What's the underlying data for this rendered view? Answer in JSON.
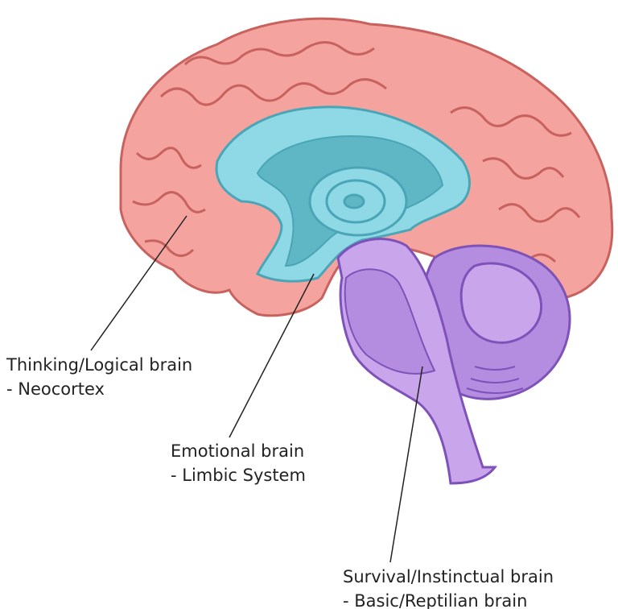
{
  "labels": {
    "neocortex": {
      "line1": "Thinking/Logical brain",
      "line2": "- Neocortex"
    },
    "limbic": {
      "line1": "Emotional brain",
      "line2": "- Limbic System"
    },
    "reptilian": {
      "line1": "Survival/Instinctual brain",
      "line2": "- Basic/Reptilian brain"
    }
  },
  "colors": {
    "neocortex_fill": "#f4a39f",
    "neocortex_stroke": "#c8625e",
    "limbic_fill": "#8fd8e6",
    "limbic_dark": "#5fb6c4",
    "reptilian_fill": "#c9a6ec",
    "reptilian_dark": "#9b6fd0",
    "leader_line": "#222222"
  }
}
